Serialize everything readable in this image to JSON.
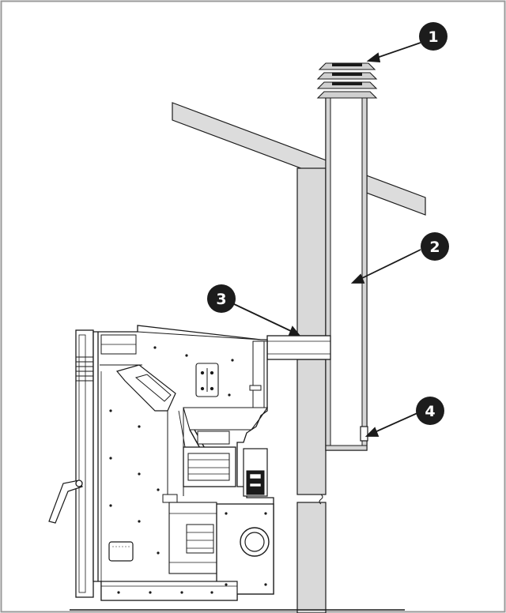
{
  "figure": {
    "callouts": [
      {
        "number": "1",
        "target": "chimney-cap"
      },
      {
        "number": "2",
        "target": "flue-pipe"
      },
      {
        "number": "3",
        "target": "wall-thimble"
      },
      {
        "number": "4",
        "target": "cleanout-cap"
      }
    ]
  },
  "colors": {
    "frame": "#9a9a9a",
    "outline": "#1a1a1a",
    "wall_fill": "#d9d9d9",
    "roof_fill": "#dcdcdc",
    "callout_fill": "#1c1c1c",
    "callout_text": "#ffffff"
  }
}
